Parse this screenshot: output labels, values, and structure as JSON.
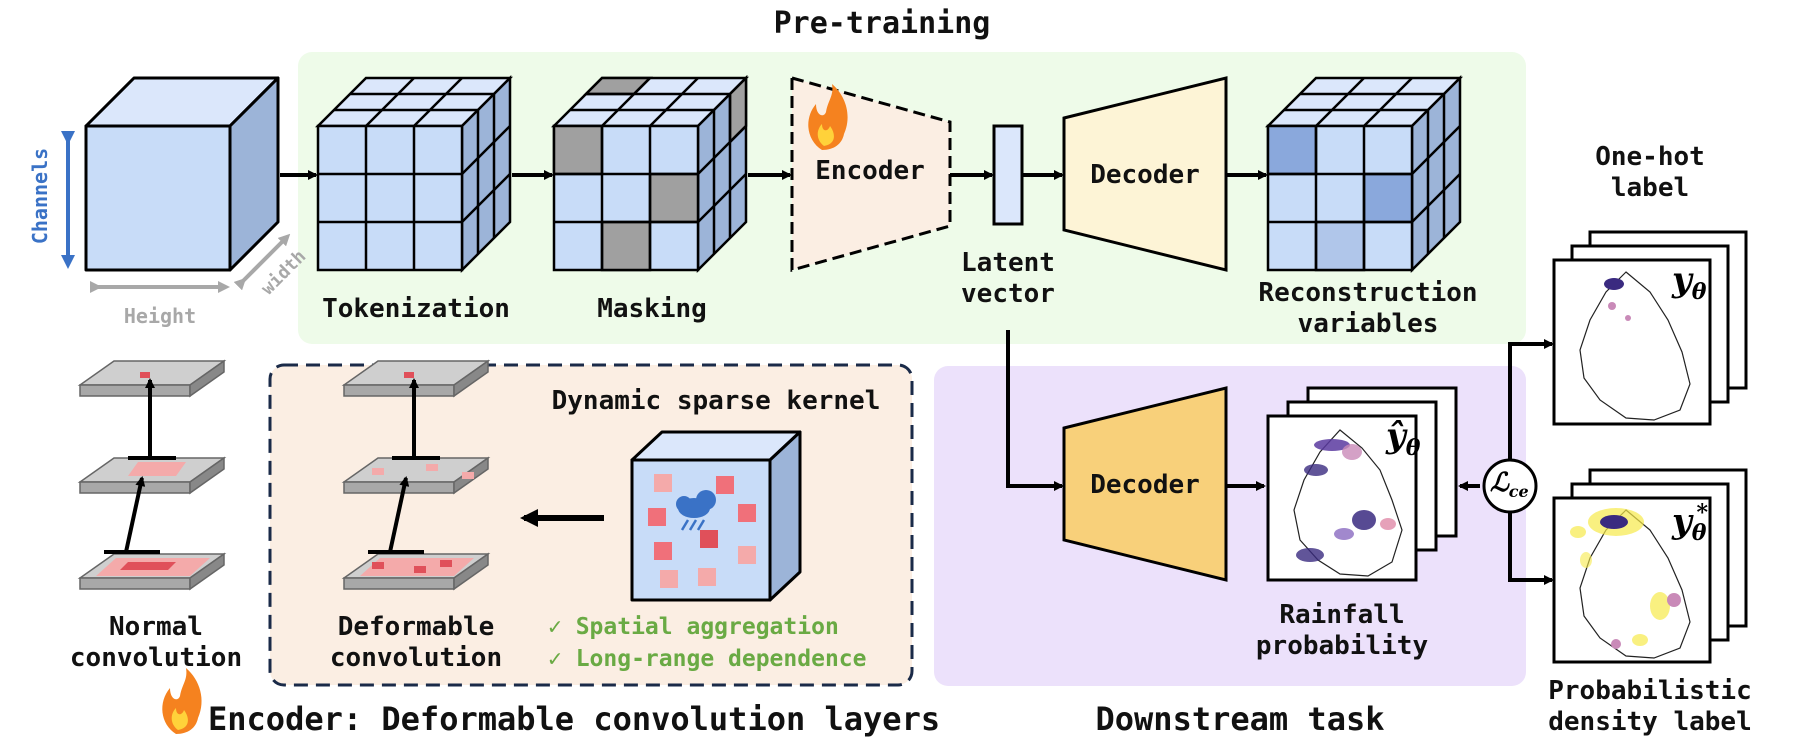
{
  "pretraining": {
    "title": "Pre-training",
    "input_axes": {
      "channels": "Channels",
      "height": "Height",
      "width": "width"
    },
    "tokenization": "Tokenization",
    "masking": "Masking",
    "encoder": "Encoder",
    "latent": [
      "Latent",
      "vector"
    ],
    "decoder": "Decoder",
    "reconstruction": [
      "Reconstruction",
      "variables"
    ]
  },
  "labels": {
    "onehot": [
      "One-hot",
      "label"
    ],
    "probabilistic": [
      "Probabilistic",
      "density label"
    ],
    "y_theta": "y",
    "y_theta_sub": "θ",
    "y_star_sup": "*",
    "loss_symbol": "ℒ",
    "loss_sub": "ce"
  },
  "downstream": {
    "title": "Downstream task",
    "decoder": "Decoder",
    "yhat": "ŷ",
    "yhat_sub": "θ",
    "rainfall": [
      "Rainfall",
      "probability"
    ]
  },
  "encoder_detail": {
    "normal": [
      "Normal",
      "convolution"
    ],
    "deformable": [
      "Deformable",
      "convolution"
    ],
    "kernel_title": "Dynamic sparse kernel",
    "benefit_1": "✓ Spatial aggregation",
    "benefit_2": "✓ Long-range dependence",
    "footer": "Encoder: Deformable convolution layers"
  },
  "colors": {
    "pretrain_bg": "#eefbe9",
    "downstream_bg": "#ece1fb",
    "encoder_bg": "#fbeee3",
    "cube_front": "#c8dcf8",
    "cube_side": "#9cb4d8",
    "cube_top": "#dbe7fb",
    "mask_gray": "#a0a0a0",
    "decoder_light": "#fdf4d6",
    "decoder_dark": "#f8d07a",
    "channels_blue": "#3a72c6",
    "axis_gray": "#a8a8a8",
    "benefit_green": "#6aaa44",
    "fire": "fire-icon",
    "rain": "rain-cloud-icon"
  }
}
